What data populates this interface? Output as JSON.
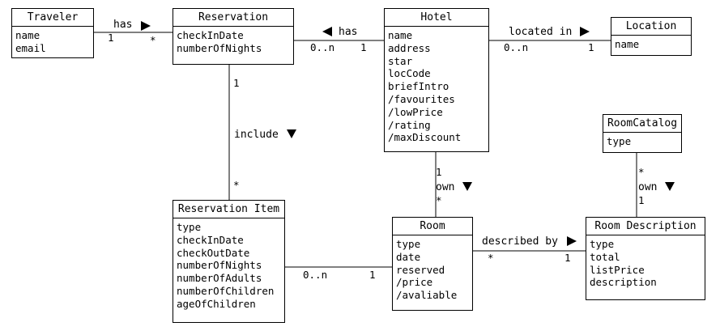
{
  "classes": {
    "traveler": {
      "name": "Traveler",
      "attributes": [
        "name",
        "email"
      ]
    },
    "reservation": {
      "name": "Reservation",
      "attributes": [
        "checkInDate",
        "numberOfNights"
      ]
    },
    "hotel": {
      "name": "Hotel",
      "attributes": [
        "name",
        "address",
        "star",
        "locCode",
        "briefIntro",
        "/favourites",
        "/lowPrice",
        "/rating",
        "/maxDiscount"
      ]
    },
    "location": {
      "name": "Location",
      "attributes": [
        "name"
      ]
    },
    "room_catalog": {
      "name": "RoomCatalog",
      "attributes": [
        "type"
      ]
    },
    "reservation_item": {
      "name": "Reservation Item",
      "attributes": [
        "type",
        "checkInDate",
        "checkOutDate",
        "numberOfNights",
        "numberOfAdults",
        "numberOfChildren",
        "ageOfChildren"
      ]
    },
    "room": {
      "name": "Room",
      "attributes": [
        "type",
        "date",
        "reserved",
        "/price",
        "/avaliable"
      ]
    },
    "room_description": {
      "name": "Room Description",
      "attributes": [
        "type",
        "total",
        "listPrice",
        "description"
      ]
    }
  },
  "associations": {
    "traveler_reservation": {
      "label": "has",
      "arrow": "right",
      "source_multiplicity": "1",
      "target_multiplicity": "*"
    },
    "hotel_reservation": {
      "label": "has",
      "arrow": "left",
      "source_multiplicity": "1",
      "target_multiplicity": "0..n"
    },
    "hotel_location": {
      "label": "located in",
      "arrow": "right",
      "source_multiplicity": "0..n",
      "target_multiplicity": "1"
    },
    "reservation_item": {
      "label": "include",
      "arrow": "down",
      "source_multiplicity": "1",
      "target_multiplicity": "*"
    },
    "hotel_room": {
      "label": "own",
      "arrow": "down",
      "source_multiplicity": "1",
      "target_multiplicity": "*"
    },
    "catalog_description": {
      "label": "own",
      "arrow": "down",
      "source_multiplicity": "*",
      "target_multiplicity": "1"
    },
    "item_room": {
      "label": "",
      "source_multiplicity": "0..n",
      "target_multiplicity": "1"
    },
    "room_description": {
      "label": "described by",
      "arrow": "right",
      "source_multiplicity": "*",
      "target_multiplicity": "1"
    }
  },
  "colors": {
    "line": "#000000",
    "background": "#ffffff"
  }
}
